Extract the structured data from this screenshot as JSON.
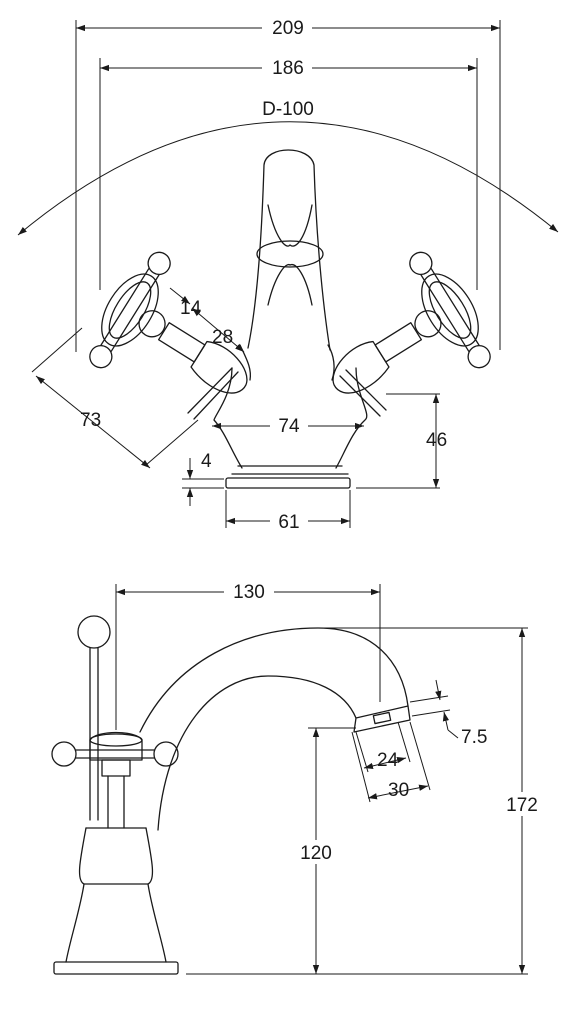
{
  "front_view": {
    "dim_overall_width": "209",
    "dim_handle_span": "186",
    "dim_arc_diameter": "D-100",
    "dim_handle_depth": "14",
    "dim_handle_collar": "28",
    "dim_handle_length": "73",
    "dim_body_width": "74",
    "dim_body_height": "46",
    "dim_base_thickness": "4",
    "dim_base_width": "61"
  },
  "side_view": {
    "dim_spout_reach": "130",
    "dim_aerator_height": "7.5",
    "dim_aerator_inner": "24",
    "dim_aerator_outer": "30",
    "dim_spout_outlet_height": "120",
    "dim_overall_height": "172"
  }
}
